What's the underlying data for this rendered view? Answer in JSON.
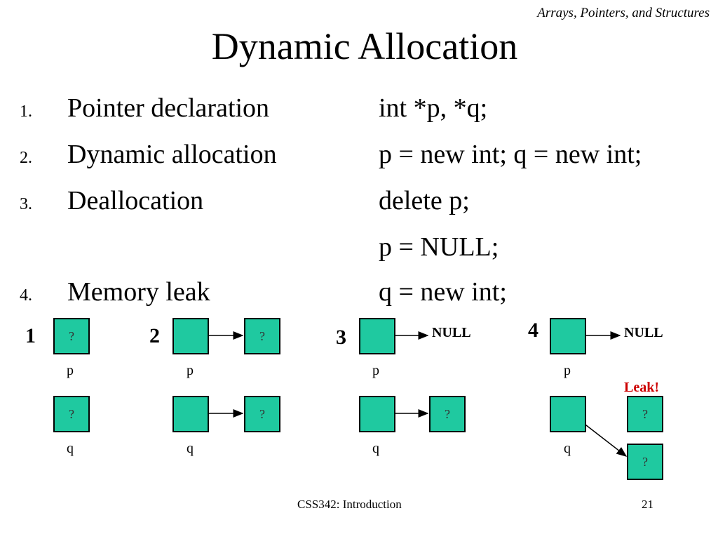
{
  "header": "Arrays, Pointers, and Structures",
  "title": "Dynamic Allocation",
  "items": [
    {
      "num": "1.",
      "label": "Pointer declaration",
      "code": "int *p, *q;"
    },
    {
      "num": "2.",
      "label": "Dynamic allocation",
      "code": "p = new int; q = new int;"
    },
    {
      "num": "3.",
      "label": "Deallocation",
      "code": "delete p;"
    },
    {
      "num": "",
      "label": "",
      "code": "p = NULL;"
    },
    {
      "num": "4.",
      "label": "Memory leak",
      "code": "q = new int;"
    }
  ],
  "diagram": {
    "steps": [
      "1",
      "2",
      "3",
      "4"
    ],
    "unknown": "?",
    "var_p": "p",
    "var_q": "q",
    "null_text": "NULL",
    "leak_text": "Leak!",
    "leak_color": "#cc0000",
    "box_color": "#1fc9a0"
  },
  "footer": {
    "course": "CSS342: Introduction",
    "page": "21"
  }
}
